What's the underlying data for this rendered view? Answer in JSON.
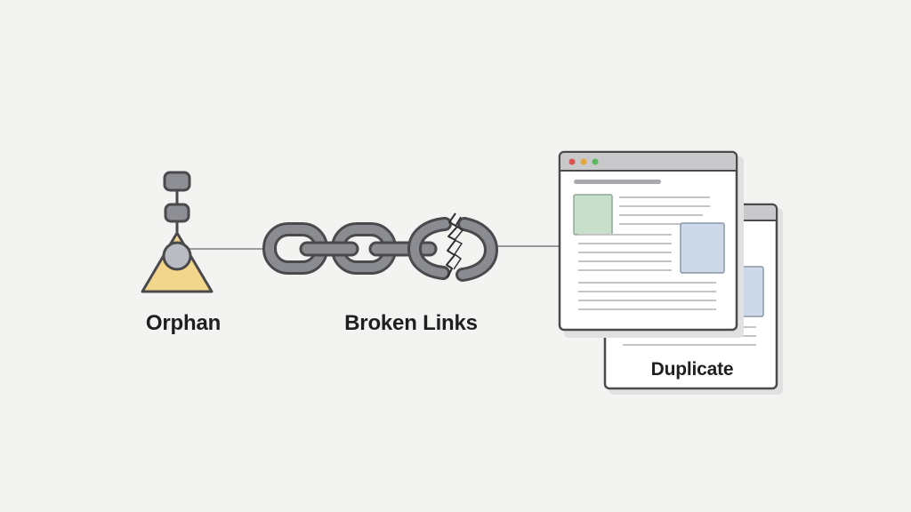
{
  "labels": {
    "orphan": "Orphan",
    "broken_links": "Broken Links",
    "duplicate": "Duplicate"
  },
  "icons": {
    "orphan": "orphan-node-icon",
    "broken": "broken-chain-icon",
    "duplicate": "duplicate-pages-icon"
  },
  "colors": {
    "background": "#f3f3f2",
    "outline": "#4a4a4c",
    "link_fill": "#8b8c91",
    "node_fill": "#8e8f94",
    "orphan_base": "#f2d68c",
    "connector": "#9a9a9a",
    "titlebar": "#c9c9cc",
    "dot_red": "#d9534f",
    "dot_yellow": "#e0a93a",
    "dot_green": "#5cb85c",
    "green_block": "#c8dfcc",
    "blue_block": "#cdd8e8",
    "text_line": "#c4c4c6"
  }
}
